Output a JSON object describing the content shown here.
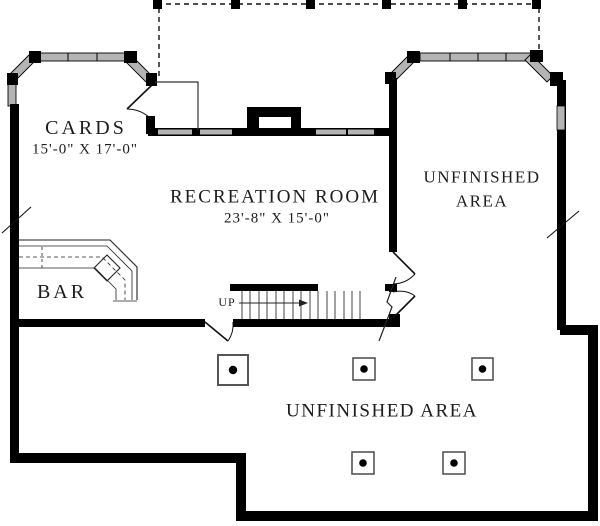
{
  "floor_plan": {
    "type": "basement-floor-plan",
    "colors": {
      "background": "#ffffff",
      "wall": "#000000",
      "window": "#b4b4b4",
      "thin_line": "#333333"
    },
    "rooms": {
      "cards": {
        "label": "CARDS",
        "dimensions": "15'-0\" X 17'-0\""
      },
      "recreation": {
        "label": "RECREATION ROOM",
        "dimensions": "23'-8\" X 15'-0\""
      },
      "unfinished_right": {
        "label_line1": "UNFINISHED",
        "label_line2": "AREA"
      },
      "bar": {
        "label": "BAR"
      },
      "unfinished_bottom": {
        "label": "UNFINISHED AREA"
      }
    },
    "stairs": {
      "direction_label": "UP"
    },
    "features": {
      "column_marker_count": 5,
      "deck_post_count": 6,
      "fireplace": "fireplace",
      "bar_sink": "diamond-sink"
    }
  }
}
